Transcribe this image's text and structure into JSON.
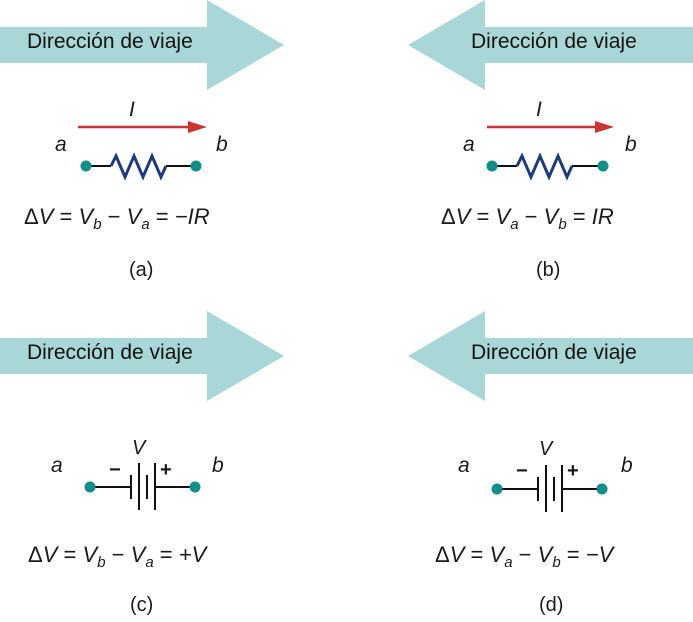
{
  "panels": {
    "a": {
      "travel": "Dirección de viaje",
      "node_a": "a",
      "node_b": "b",
      "current": "I",
      "eq": {
        "delta": "Δ",
        "v": "V",
        "eq1": "=",
        "t1": "V",
        "t1_sub": "b",
        "minus": "−",
        "t2": "V",
        "t2_sub": "a",
        "eq2": "=",
        "rhs": "−IR"
      },
      "caption": "(a)"
    },
    "b": {
      "travel": "Dirección de viaje",
      "node_a": "a",
      "node_b": "b",
      "current": "I",
      "eq": {
        "delta": "Δ",
        "v": "V",
        "eq1": "=",
        "t1": "V",
        "t1_sub": "a",
        "minus": "−",
        "t2": "V",
        "t2_sub": "b",
        "eq2": "=",
        "rhs": "IR"
      },
      "caption": "(b)"
    },
    "c": {
      "travel": "Dirección de viaje",
      "node_a": "a",
      "node_b": "b",
      "emf": "V",
      "neg": "−",
      "pos": "+",
      "eq": {
        "delta": "Δ",
        "v": "V",
        "eq1": "=",
        "t1": "V",
        "t1_sub": "b",
        "minus": "−",
        "t2": "V",
        "t2_sub": "a",
        "eq2": "=",
        "rhs": "+V"
      },
      "caption": "(c)"
    },
    "d": {
      "travel": "Dirección de viaje",
      "node_a": "a",
      "node_b": "b",
      "emf": "V",
      "neg": "−",
      "pos": "+",
      "eq": {
        "delta": "Δ",
        "v": "V",
        "eq1": "=",
        "t1": "V",
        "t1_sub": "a",
        "minus": "−",
        "t2": "V",
        "t2_sub": "b",
        "eq2": "=",
        "rhs": "−V"
      },
      "caption": "(d)"
    }
  },
  "colors": {
    "arrow_fill": "#a9d6d6",
    "current_arrow": "#cc3333",
    "resistor": "#1f3a7a",
    "node": "#0e8f8a",
    "wire": "#111111"
  }
}
